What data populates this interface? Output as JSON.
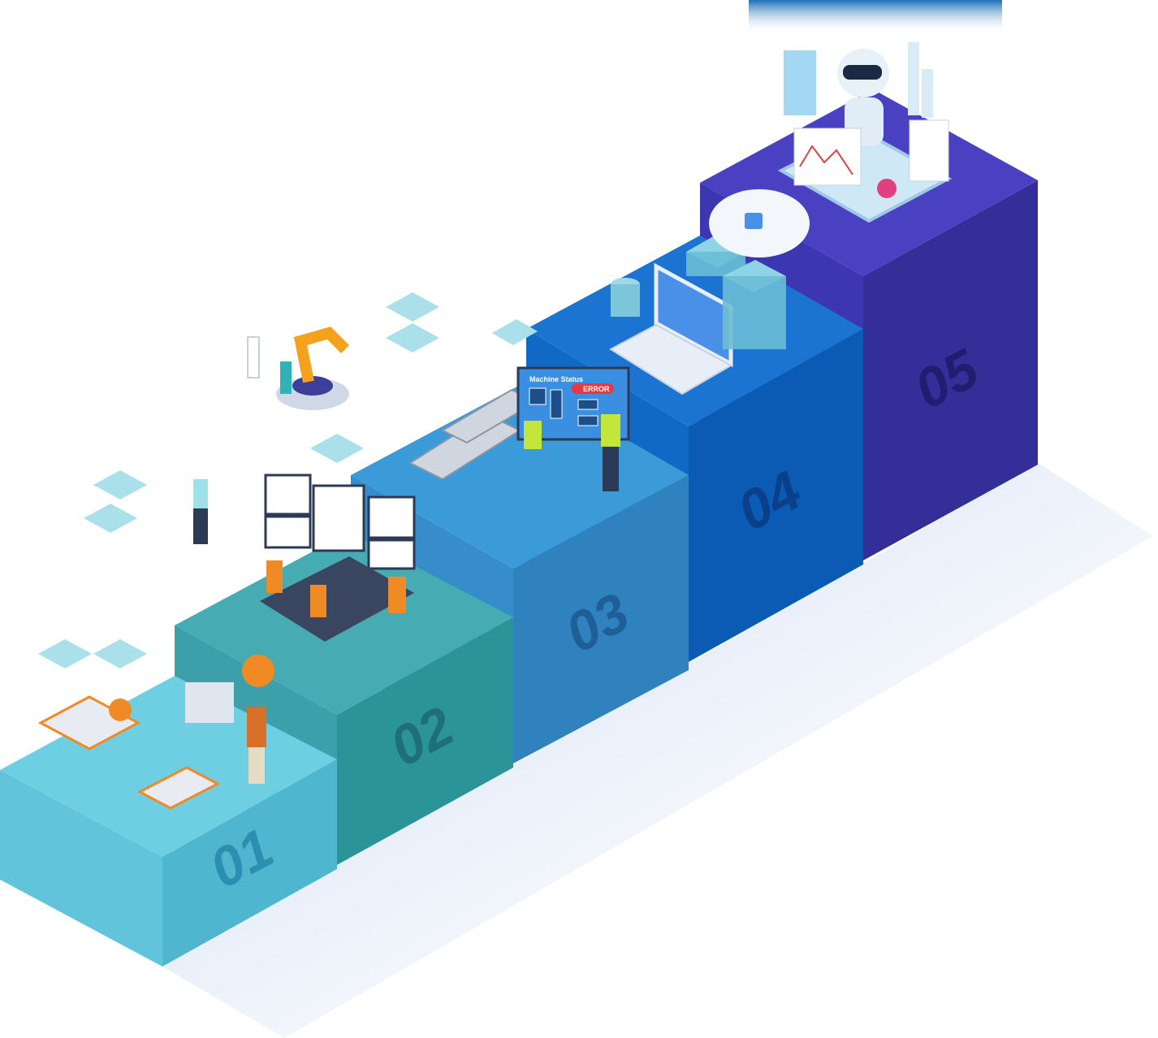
{
  "steps": [
    {
      "number": "01",
      "top": "#6fcfe2",
      "left": "#62c4da",
      "right": "#4fb6d0",
      "ink": "#2a8fb0"
    },
    {
      "number": "02",
      "top": "#47abb4",
      "left": "#3c9fa9",
      "right": "#2b9499",
      "ink": "#1f6f78"
    },
    {
      "number": "03",
      "top": "#3b9bd8",
      "left": "#378cca",
      "right": "#2f82bd",
      "ink": "#1f5f98"
    },
    {
      "number": "04",
      "top": "#1b74d2",
      "left": "#1169c6",
      "right": "#0b5ab3",
      "ink": "#0a3f8a"
    },
    {
      "number": "05",
      "top": "#4a41c2",
      "left": "#3d36b2",
      "right": "#342e98",
      "ink": "#221d70"
    }
  ],
  "status_panel": {
    "title": "Machine Status",
    "alert": "ERROR"
  },
  "colors": {
    "accent_orange": "#f08a24",
    "tile": "#a9e0ea",
    "alert_red": "#e63946"
  }
}
